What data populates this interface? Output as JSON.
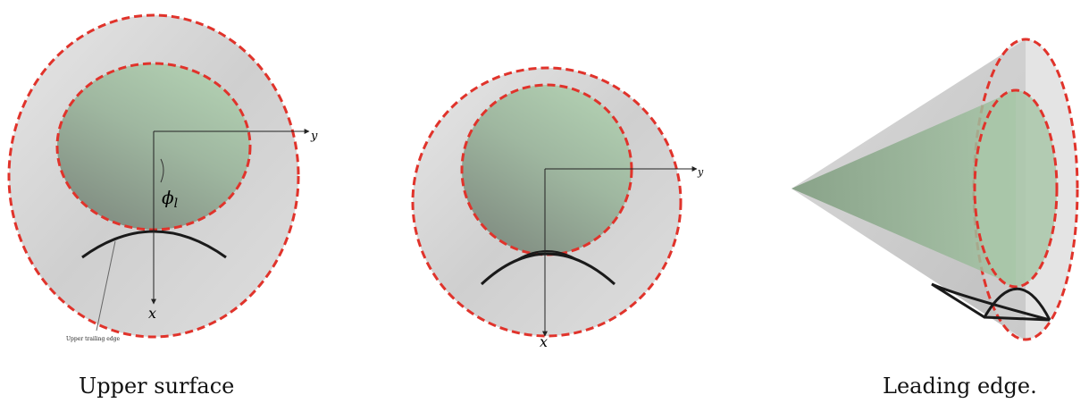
{
  "panels": {
    "left": {
      "axis_y": "y",
      "axis_x": "x",
      "angle_label": "ϕ",
      "angle_subscript": "l",
      "annotation": "Upper trailing edge",
      "caption": "Upper surface"
    },
    "middle": {
      "axis_y": "y",
      "axis_x": "x"
    },
    "right": {
      "caption": "Leading edge."
    }
  },
  "colors": {
    "outer_fill": "#d9d9d9",
    "inner_fill": "#a9c7a9",
    "dash_red": "#e0332b",
    "curve": "#1a1a1a"
  }
}
